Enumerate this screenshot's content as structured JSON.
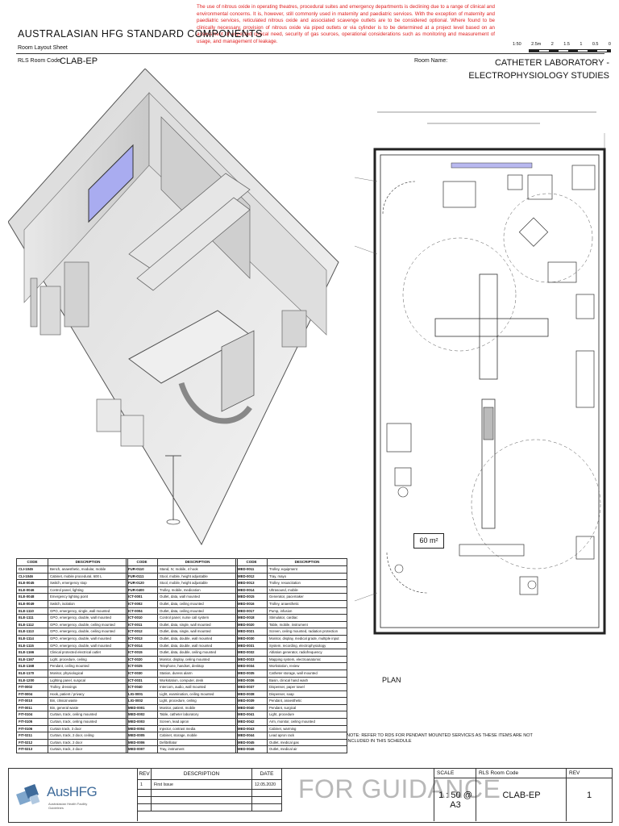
{
  "header": {
    "title": "AUSTRALASIAN HFG STANDARD COMPONENTS",
    "subtitle": "Room Layout Sheet",
    "rls_label": "RLS Room Code:",
    "rls_code": "CLAB-EP",
    "room_name_label": "Room Name:",
    "room_name": "CATHETER LABORATORY - ELECTROPHYSIOLOGY STUDIES",
    "notice": "The use of nitrous oxide in operating theatres, procedural suites and emergency departments is declining due to a range of clinical and environmental concerns. It is, however, still commonly used in maternity and paediatric services. With the exception of maternity and paediatric services, reticulated nitrous oxide and associated scavenge outlets are to be considered optional. Where found to be clinically necessary, provision of nitrous oxide via piped outlets or via cylinder is to be determined at a project level based on an assessment of expected clinical need, security of gas sources, operational considerations such as monitoring and measurement of usage, and management of leakage.",
    "scale_marks": [
      "1:50",
      "2.5m",
      "2",
      "1.5",
      "1",
      "0.5",
      "0"
    ]
  },
  "plan": {
    "area": "60 m²",
    "label": "PLAN"
  },
  "tables": {
    "code_header": "CODE",
    "desc_header": "DESCRIPTION",
    "col1": [
      [
        "CLI-1045",
        "Bench, anaesthetic, modular, mobile"
      ],
      [
        "CLI-1046",
        "Cabinet, mobile procedural, 600 L"
      ],
      [
        "ELE-0045",
        "Switch, emergency stop"
      ],
      [
        "ELE-0046",
        "Control panel, lighting"
      ],
      [
        "ELE-0048",
        "Emergency lighting point"
      ],
      [
        "ELE-0049",
        "Switch, isolation"
      ],
      [
        "ELE-1110",
        "GPO, emergency, single, wall mounted"
      ],
      [
        "ELE-1111",
        "GPO, emergency, double, wall mounted"
      ],
      [
        "ELE-1112",
        "GPO, emergency, double, ceiling mounted"
      ],
      [
        "ELE-1113",
        "GPO, emergency, double, ceiling mounted"
      ],
      [
        "ELE-1114",
        "GPO, emergency, double, wall mounted"
      ],
      [
        "ELE-1115",
        "GPO, emergency, double, wall mounted"
      ],
      [
        "ELE-1166",
        "Clinical protected electrical outlet"
      ],
      [
        "ELE-1167",
        "Light, procedure, ceiling"
      ],
      [
        "ELE-1168",
        "Pendant, ceiling mounted"
      ],
      [
        "ELE-1170",
        "Monitor, physiological"
      ],
      [
        "ELE-1200",
        "Lighting panel, surgical"
      ],
      [
        "FIT-0002",
        "Trolley, dressings"
      ],
      [
        "FIT-0004",
        "Hook, patient / privacy"
      ],
      [
        "FIT-0010",
        "Bin, clinical waste"
      ],
      [
        "FIT-0011",
        "Bin, general waste"
      ],
      [
        "FIT-0104",
        "Curtain, track, ceiling mounted"
      ],
      [
        "FIT-0105",
        "Curtain, track, ceiling mounted"
      ],
      [
        "FIT-0106",
        "Curtain track, 3 door"
      ],
      [
        "FIT-0211",
        "Curtain, track, 2 door, ceiling"
      ],
      [
        "FIT-0212",
        "Curtain, track, 2 door"
      ],
      [
        "FIT-0213",
        "Curtain, track, 2 door"
      ]
    ],
    "col2": [
      [
        "FUR-0110",
        "Stand, IV, mobile, 4 hook"
      ],
      [
        "FUR-0111",
        "Stool, mobile, height adjustable"
      ],
      [
        "FUR-0120",
        "Stool, mobile, height adjustable"
      ],
      [
        "FUR-0400",
        "Trolley, mobile, medication"
      ],
      [
        "ICT-0001",
        "Outlet, data, wall mounted"
      ],
      [
        "ICT-0002",
        "Outlet, data, ceiling mounted"
      ],
      [
        "ICT-0004",
        "Outlet, data, ceiling mounted"
      ],
      [
        "ICT-0010",
        "Control panel, nurse call system"
      ],
      [
        "ICT-0011",
        "Outlet, data, single, wall mounted"
      ],
      [
        "ICT-0012",
        "Outlet, data, single, wall mounted"
      ],
      [
        "ICT-0013",
        "Outlet, data, double, wall mounted"
      ],
      [
        "ICT-0014",
        "Outlet, data, double, wall mounted"
      ],
      [
        "ICT-0015",
        "Outlet, data, double, ceiling mounted"
      ],
      [
        "ICT-0020",
        "Monitor, display, ceiling mounted"
      ],
      [
        "ICT-0025",
        "Telephone, handset, desktop"
      ],
      [
        "ICT-0030",
        "Station, duress alarm"
      ],
      [
        "ICT-0031",
        "Workstation, computer, desk"
      ],
      [
        "ICT-0040",
        "Intercom, audio, wall mounted"
      ],
      [
        "LIG-0001",
        "Light, examination, ceiling mounted"
      ],
      [
        "LIG-0002",
        "Light, procedure, ceiling"
      ],
      [
        "MED-0001",
        "Monitor, patient, mobile"
      ],
      [
        "MED-0002",
        "Table, catheter laboratory"
      ],
      [
        "MED-0003",
        "Screen, lead apron"
      ],
      [
        "MED-0004",
        "Injector, contrast media"
      ],
      [
        "MED-0005",
        "Cabinet, storage, mobile"
      ],
      [
        "MED-0006",
        "Defibrillator"
      ],
      [
        "MED-0007",
        "Tray, instrument"
      ]
    ],
    "col3": [
      [
        "MED-0011",
        "Trolley, equipment"
      ],
      [
        "MED-0012",
        "Tray, mayo"
      ],
      [
        "MED-0013",
        "Trolley, resuscitation"
      ],
      [
        "MED-0014",
        "Ultrasound, mobile"
      ],
      [
        "MED-0015",
        "Generator, pacemaker"
      ],
      [
        "MED-0016",
        "Trolley, anaesthetic"
      ],
      [
        "MED-0017",
        "Pump, infusion"
      ],
      [
        "MED-0018",
        "Stimulator, cardiac"
      ],
      [
        "MED-0020",
        "Table, mobile, instrument"
      ],
      [
        "MED-0021",
        "Screen, ceiling mounted, radiation protection"
      ],
      [
        "MED-0030",
        "Monitor, display, medical grade, multiple input"
      ],
      [
        "MED-0031",
        "System, recording, electrophysiology"
      ],
      [
        "MED-0032",
        "Ablation generator, radiofrequency"
      ],
      [
        "MED-0033",
        "Mapping system, electroanatomic"
      ],
      [
        "MED-0034",
        "Workstation, review"
      ],
      [
        "MED-0035",
        "Catheter storage, wall mounted"
      ],
      [
        "MED-0036",
        "Basin, clinical hand wash"
      ],
      [
        "MED-0037",
        "Dispenser, paper towel"
      ],
      [
        "MED-0038",
        "Dispenser, soap"
      ],
      [
        "MED-0039",
        "Pendant, anaesthetic"
      ],
      [
        "MED-0040",
        "Pendant, surgical"
      ],
      [
        "MED-0041",
        "Light, procedure"
      ],
      [
        "MED-0042",
        "Arm, monitor, ceiling mounted"
      ],
      [
        "MED-0043",
        "Cabinet, warming"
      ],
      [
        "MED-0044",
        "Lead apron rack"
      ],
      [
        "MED-0045",
        "Outlet, medical gas"
      ],
      [
        "MED-0046",
        "Outlet, medical air"
      ]
    ],
    "note": "NOTE: REFER TO RDS FOR PENDANT MOUNTED SERVICES AS THESE ITEMS ARE NOT INCLUDED IN THIS SCHEDULE"
  },
  "titleblock": {
    "logo_text": "AusHFG",
    "logo_small": "Australasian Health Facility Guidelines",
    "rev_header": "REV",
    "desc_header": "DESCRIPTION",
    "date_header": "DATE",
    "rows": [
      {
        "rev": "1",
        "desc": "First Issue",
        "date": "12.05.2020"
      }
    ],
    "guidance": "FOR GUIDANCE",
    "scale_label": "SCALE",
    "scale_value": "1 : 50 @ A3",
    "rls_label": "RLS Room Code",
    "rls_value": "CLAB-EP",
    "rev_label": "REV",
    "rev_value": "1"
  }
}
